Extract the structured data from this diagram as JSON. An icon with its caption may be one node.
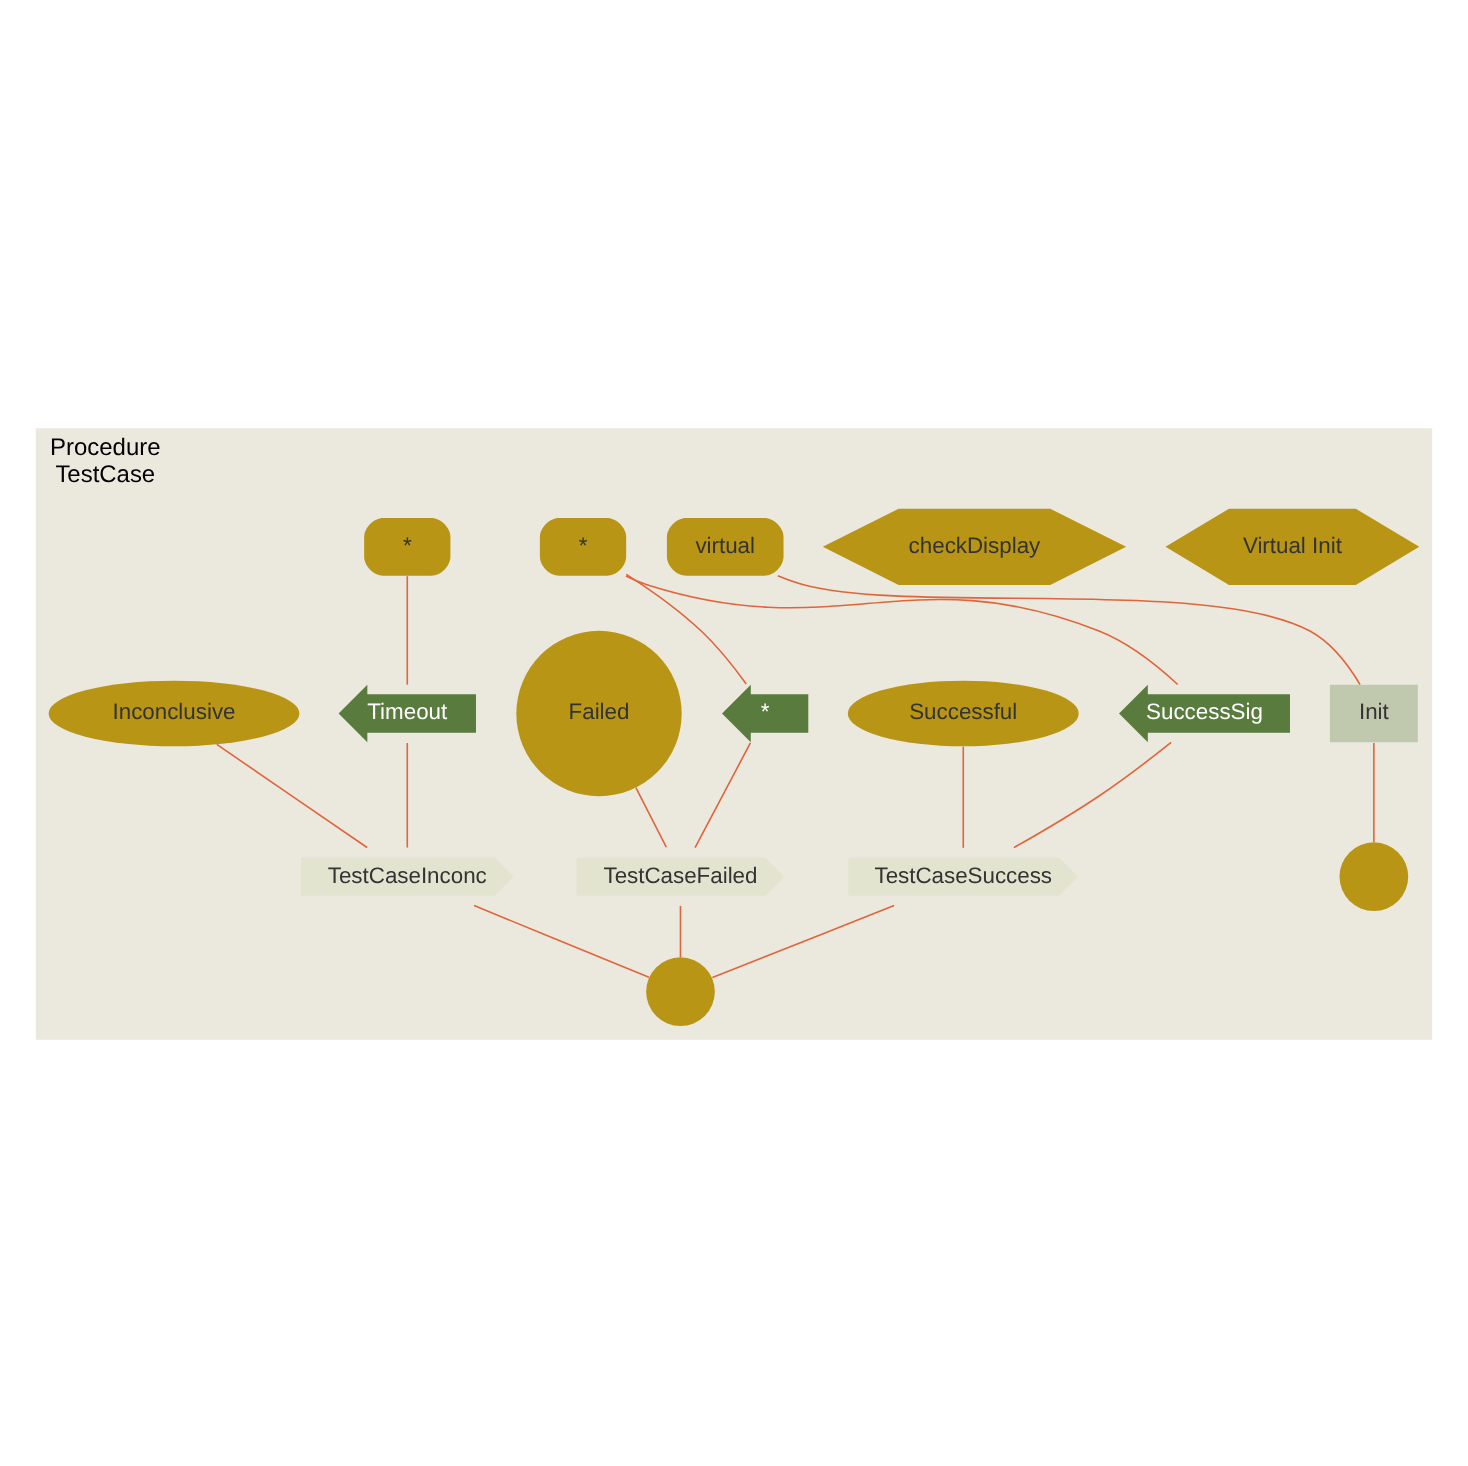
{
  "diagram": {
    "nodes": [
      {
        "text": [
          "Procedure",
          "TestCase"
        ]
      },
      {
        "text": [
          "Virtual Init"
        ],
        "in": 0
      },
      {
        "text": [
          "checkDisplay"
        ],
        "in": 0
      },
      {
        "text": [
          "virtual"
        ],
        "in": 0
      },
      {
        "text": [
          "Init"
        ],
        "in": 0
      },
      {
        "text": [],
        "shape": "circle",
        "in": 0
      },
      {
        "text": [
          "*"
        ],
        "in": 0
      },
      {
        "text": [
          "*"
        ],
        "in": 0
      },
      {
        "text": [
          "SuccessSig"
        ],
        "in": 0
      },
      {
        "text": [
          "*"
        ],
        "in": 0
      },
      {
        "text": [
          "Timeout"
        ],
        "in": 0
      },
      {
        "text": [
          "Successful"
        ],
        "in": 0
      },
      {
        "text": [
          "Failed"
        ],
        "in": 0
      },
      {
        "text": [
          "Inconclusive"
        ],
        "in": 0
      },
      {
        "text": [
          "TestCaseSuccess"
        ],
        "in": 0
      },
      {
        "text": [
          "TestCaseFailed"
        ],
        "in": 0
      },
      {
        "text": [
          "TestCaseInconc"
        ],
        "in": 0
      },
      {
        "text": [],
        "shape": "circle",
        "in": 0
      }
    ],
    "edges": [
      {
        "from": 3,
        "to": 4,
        "arrow": "none"
      },
      {
        "from": 4,
        "to": 5,
        "arrow": "none"
      },
      {
        "from": 6,
        "to": 8,
        "arrow": "none"
      },
      {
        "from": 6,
        "to": 9,
        "arrow": "none"
      },
      {
        "from": 7,
        "to": 10,
        "arrow": "none"
      },
      {
        "from": 8,
        "to": 14,
        "arrow": "none"
      },
      {
        "from": 11,
        "to": 14,
        "arrow": "none"
      },
      {
        "from": 9,
        "to": 15,
        "arrow": "none"
      },
      {
        "from": 12,
        "to": 15,
        "arrow": "none"
      },
      {
        "from": 10,
        "to": 16,
        "arrow": "none"
      },
      {
        "from": 13,
        "to": 16,
        "arrow": "none"
      },
      {
        "from": 14,
        "to": 17,
        "arrow": "none"
      },
      {
        "from": 15,
        "to": 17,
        "arrow": "none"
      },
      {
        "from": 16,
        "to": 17,
        "arrow": "none"
      }
    ]
  }
}
